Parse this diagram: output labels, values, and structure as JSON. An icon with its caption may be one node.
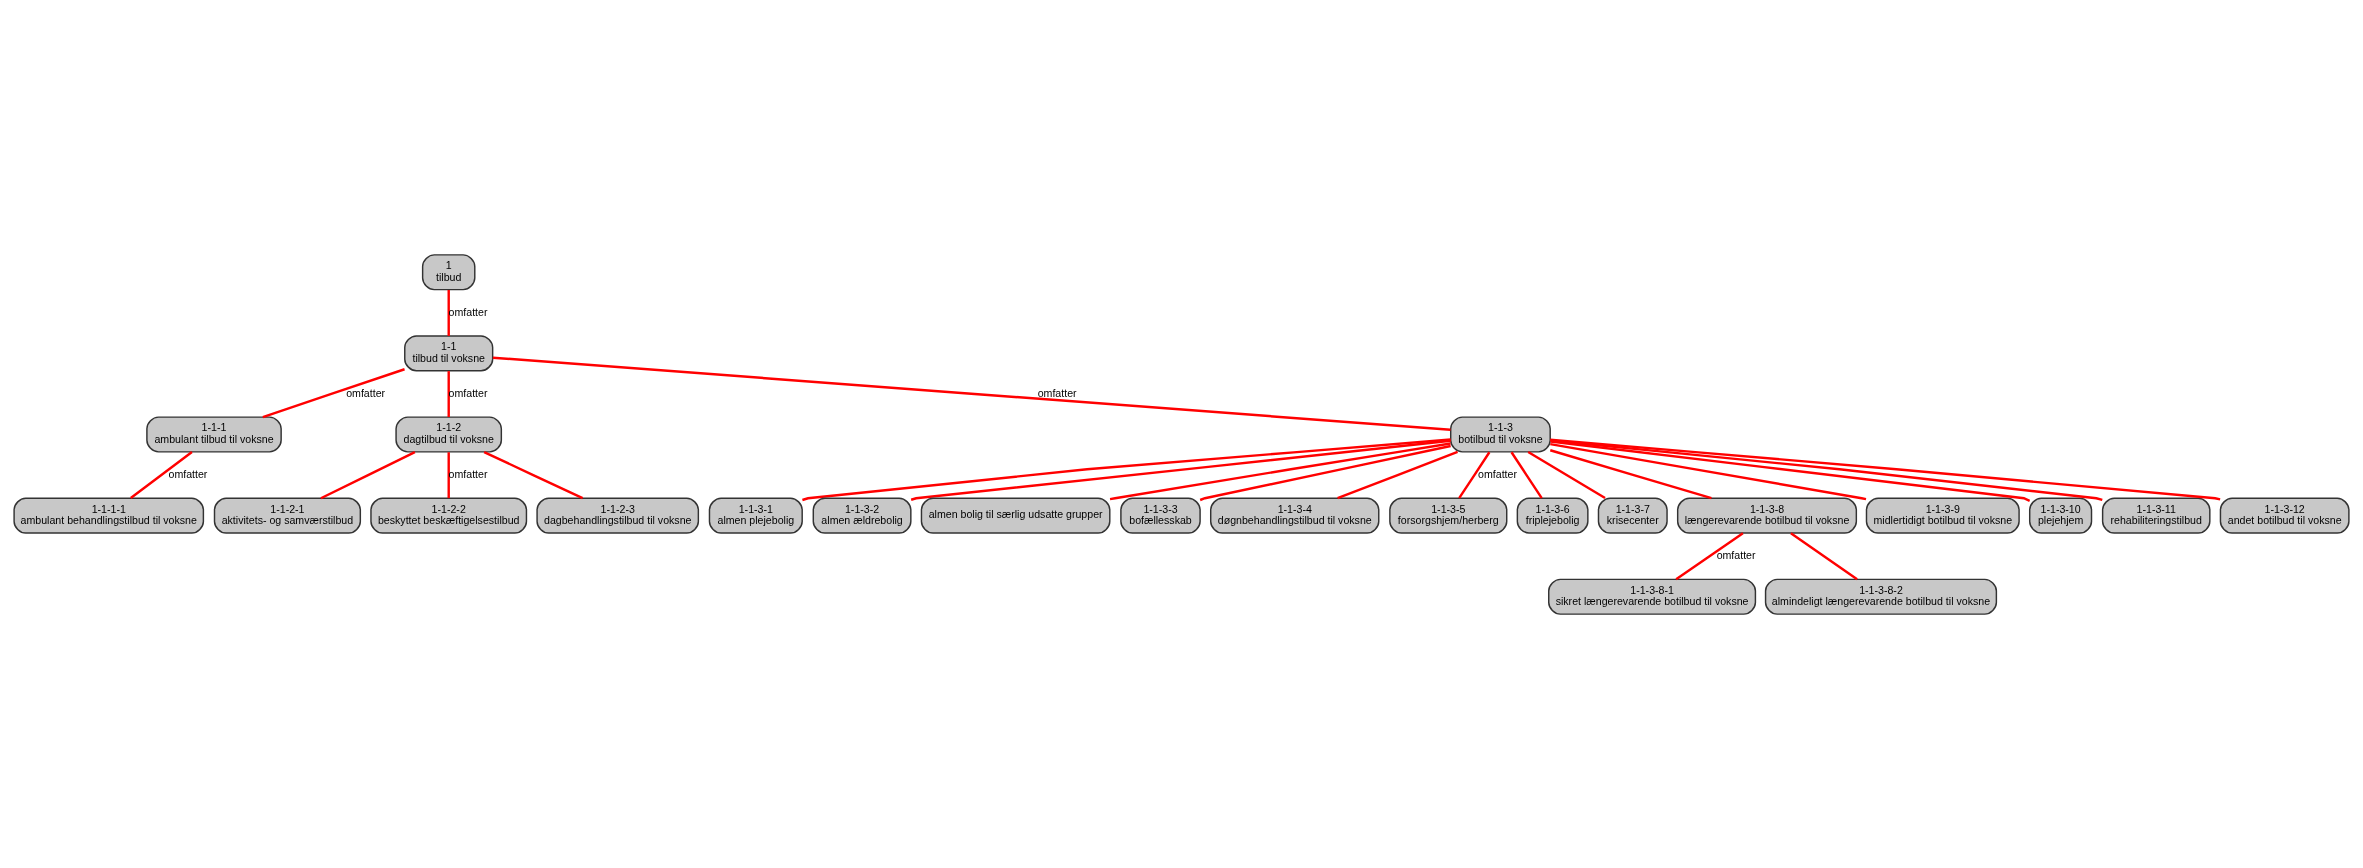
{
  "diagram": {
    "nodes": [
      {
        "text": [
          "1",
          "tilbud"
        ]
      },
      {
        "text": [
          "1-1",
          "tilbud til voksne"
        ]
      },
      {
        "text": [
          "1-1-1",
          "ambulant tilbud til voksne"
        ]
      },
      {
        "text": [
          "1-1-1-1",
          "ambulant behandlingstilbud til voksne"
        ]
      },
      {
        "text": [
          "1-1-2",
          "dagtilbud til voksne"
        ]
      },
      {
        "text": [
          "1-1-2-1",
          "aktivitets- og samværstilbud"
        ]
      },
      {
        "text": [
          "1-1-2-2",
          "beskyttet beskæftigelsestilbud"
        ]
      },
      {
        "text": [
          "1-1-2-3",
          "dagbehandlingstilbud til voksne"
        ]
      },
      {
        "text": [
          "1-1-3",
          "botilbud til voksne"
        ]
      },
      {
        "text": [
          "1-1-3-1",
          "almen plejebolig"
        ]
      },
      {
        "text": [
          "1-1-3-2",
          "almen ældrebolig"
        ]
      },
      {
        "text": [
          "almen bolig til særlig udsatte grupper"
        ]
      },
      {
        "text": [
          "1-1-3-3",
          "bofællesskab"
        ]
      },
      {
        "text": [
          "1-1-3-4",
          "døgnbehandlingstilbud til voksne"
        ]
      },
      {
        "text": [
          "1-1-3-5",
          "forsorgshjem/herberg"
        ]
      },
      {
        "text": [
          "1-1-3-6",
          "friplejebolig"
        ]
      },
      {
        "text": [
          "1-1-3-7",
          "krisecenter"
        ]
      },
      {
        "text": [
          "1-1-3-8",
          "længerevarende botilbud til voksne"
        ]
      },
      {
        "text": [
          "1-1-3-9",
          "midlertidigt botilbud til voksne"
        ]
      },
      {
        "text": [
          "1-1-3-10",
          "plejehjem"
        ]
      },
      {
        "text": [
          "1-1-3-11",
          "rehabiliteringstilbud"
        ]
      },
      {
        "text": [
          "1-1-3-12",
          "andet botilbud til voksne"
        ]
      },
      {
        "text": [
          "1-1-3-8-1",
          "sikret længerevarende botilbud til voksne"
        ]
      },
      {
        "text": [
          "1-1-3-8-2",
          "almindeligt længerevarende botilbud til voksne"
        ]
      }
    ],
    "edges": [
      {
        "from": 0,
        "to": 1,
        "arrow": "none",
        "label": "omfatter"
      },
      {
        "from": 1,
        "to": 2,
        "arrow": "none",
        "label": "omfatter"
      },
      {
        "from": 2,
        "to": 3,
        "arrow": "none",
        "label": "omfatter"
      },
      {
        "from": 1,
        "to": 4,
        "arrow": "none",
        "label": "omfatter"
      },
      {
        "from": 4,
        "to": 5,
        "arrow": "none"
      },
      {
        "from": 4,
        "to": 6,
        "arrow": "none",
        "label": "omfatter"
      },
      {
        "from": 4,
        "to": 7,
        "arrow": "none"
      },
      {
        "from": 1,
        "to": 8,
        "arrow": "none",
        "label": "omfatter"
      },
      {
        "from": 8,
        "to": 9,
        "arrow": "none"
      },
      {
        "from": 8,
        "to": 10,
        "arrow": "none"
      },
      {
        "from": 8,
        "to": 11,
        "arrow": "none"
      },
      {
        "from": 8,
        "to": 12,
        "arrow": "none"
      },
      {
        "from": 8,
        "to": 13,
        "arrow": "none"
      },
      {
        "from": 8,
        "to": 14,
        "arrow": "none",
        "label": "omfatter"
      },
      {
        "from": 8,
        "to": 15,
        "arrow": "none"
      },
      {
        "from": 8,
        "to": 16,
        "arrow": "none"
      },
      {
        "from": 8,
        "to": 17,
        "arrow": "none"
      },
      {
        "from": 8,
        "to": 18,
        "arrow": "none"
      },
      {
        "from": 8,
        "to": 19,
        "arrow": "none"
      },
      {
        "from": 8,
        "to": 20,
        "arrow": "none"
      },
      {
        "from": 8,
        "to": 21,
        "arrow": "none"
      },
      {
        "from": 17,
        "to": 22,
        "arrow": "none",
        "label": "omfatter"
      },
      {
        "from": 17,
        "to": 23,
        "arrow": "none"
      }
    ]
  }
}
